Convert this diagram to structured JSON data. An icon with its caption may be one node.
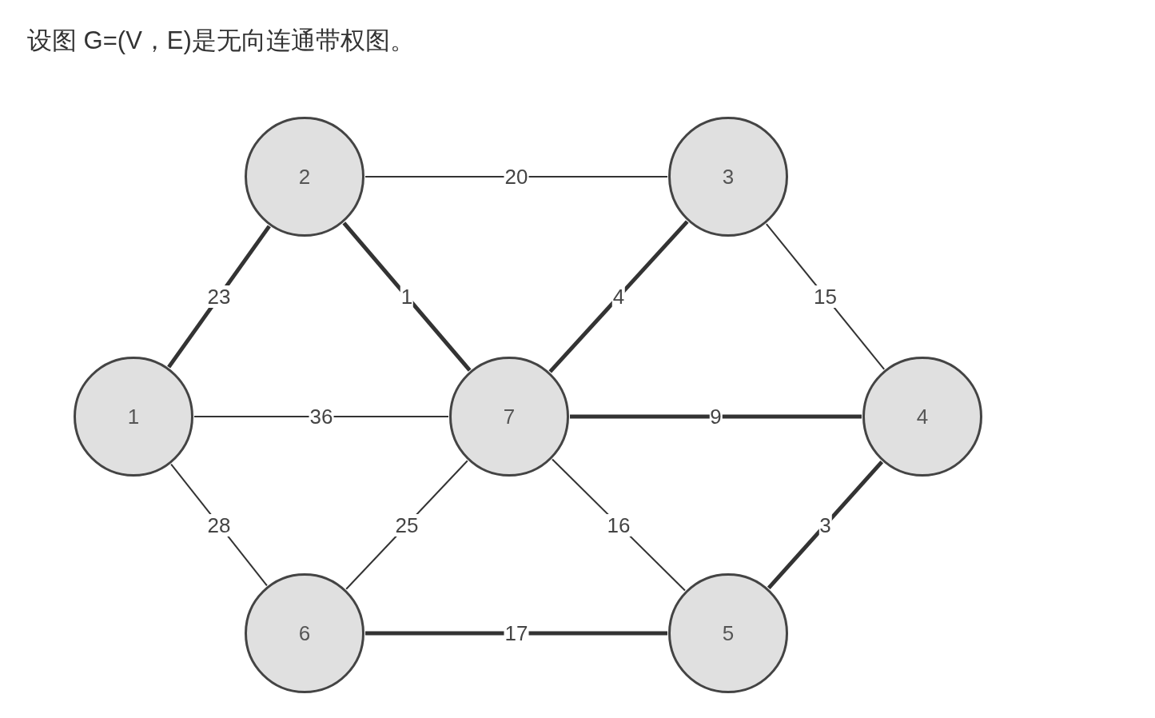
{
  "diagram": {
    "title": "设图 G=(V，E)是无向连通带权图。",
    "nodes": [
      {
        "text": [
          "1"
        ]
      },
      {
        "text": [
          "2"
        ]
      },
      {
        "text": [
          "3"
        ]
      },
      {
        "text": [
          "4"
        ]
      },
      {
        "text": [
          "5"
        ]
      },
      {
        "text": [
          "6"
        ]
      },
      {
        "text": [
          "7"
        ]
      }
    ],
    "edges": [
      {
        "from": 1,
        "to": 2,
        "arrow": "none",
        "label": "20"
      },
      {
        "from": 0,
        "to": 1,
        "arrow": "none",
        "label": "23",
        "style": "thick"
      },
      {
        "from": 1,
        "to": 6,
        "arrow": "none",
        "label": "1",
        "style": "thick"
      },
      {
        "from": 6,
        "to": 2,
        "arrow": "none",
        "label": "4",
        "style": "thick"
      },
      {
        "from": 2,
        "to": 3,
        "arrow": "none",
        "label": "15"
      },
      {
        "from": 0,
        "to": 6,
        "arrow": "none",
        "label": "36"
      },
      {
        "from": 6,
        "to": 3,
        "arrow": "none",
        "label": "9",
        "style": "thick"
      },
      {
        "from": 0,
        "to": 5,
        "arrow": "none",
        "label": "28"
      },
      {
        "from": 5,
        "to": 6,
        "arrow": "none",
        "label": "25"
      },
      {
        "from": 6,
        "to": 4,
        "arrow": "none",
        "label": "16"
      },
      {
        "from": 5,
        "to": 4,
        "arrow": "none",
        "label": "17",
        "style": "thick"
      },
      {
        "from": 4,
        "to": 3,
        "arrow": "none",
        "label": "3",
        "style": "thick"
      }
    ]
  }
}
